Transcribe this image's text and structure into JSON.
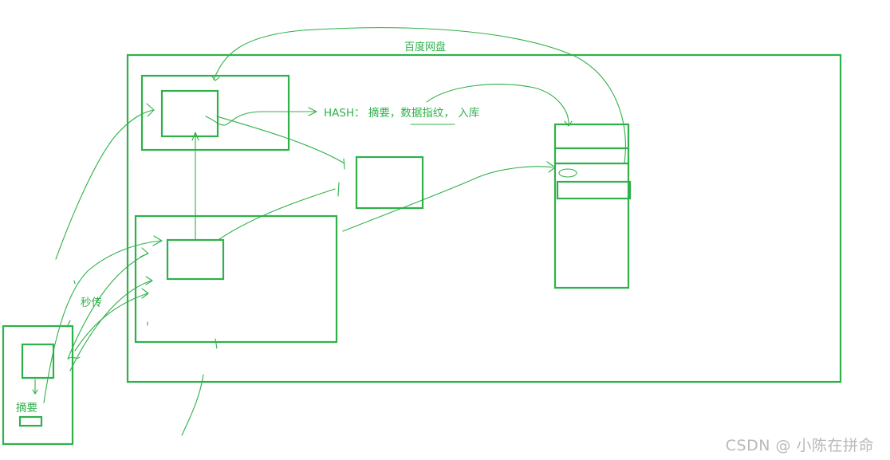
{
  "labels": {
    "cloud_title": "百度网盘",
    "hash_note": "HASH： 摘要，数据指纹， 入库",
    "instant_upload": "秒传",
    "digest": "摘要"
  },
  "watermark": "CSDN @ 小陈在拼命",
  "colors": {
    "stroke": "#2fb14a",
    "watermark": "#b9b9b9",
    "background": "#ffffff"
  }
}
